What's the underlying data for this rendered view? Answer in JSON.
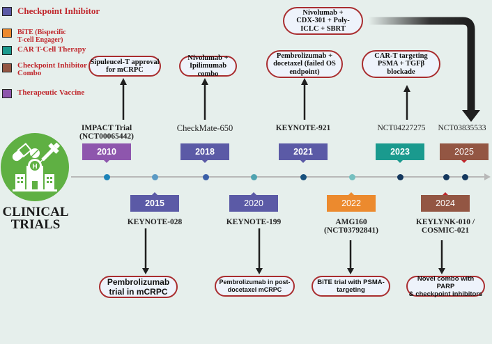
{
  "title": "CLINICAL\nTRIALS",
  "legend": [
    {
      "label": "Checkpoint Inhibitor",
      "color": "#5b5aa6"
    },
    {
      "label": "BiTE (Bispecific\n T-cell Engager)",
      "color": "#ec8a2e"
    },
    {
      "label": "CAR T-Cell Therapy",
      "color": "#1a9a8e"
    },
    {
      "label": "Checkpoint Inhibitor\nCombo",
      "color": "#935643"
    },
    {
      "label": "Therapeutic Vaccine",
      "color": "#8e56ad"
    }
  ],
  "events": [
    {
      "year": "2010",
      "trial": "IMPACT Trial\n(NCT00065442)",
      "description": "Sipuleucel-T approval\nfor mCRPC",
      "category": "Therapeutic Vaccine",
      "color": "#8e56ad",
      "dot_color": "#1c83b8",
      "position": "top"
    },
    {
      "year": "2015",
      "trial": "KEYNOTE-028",
      "description": "Pembrolizumab\ntrial in mCRPC",
      "category": "Checkpoint Inhibitor",
      "color": "#5b5aa6",
      "dot_color": "#5b9ac4",
      "position": "bottom"
    },
    {
      "year": "2018",
      "trial": "CheckMate-650",
      "description": "Nivolumab +\nIpilimumab combo",
      "category": "Checkpoint Inhibitor",
      "color": "#5b5aa6",
      "dot_color": "#3a5fa8",
      "position": "top"
    },
    {
      "year": "2020",
      "trial": "KEYNOTE-199",
      "description": "Pembrolizumab in post-\ndocetaxel mCRPC",
      "category": "Checkpoint Inhibitor",
      "color": "#5b5aa6",
      "dot_color": "#4fa3b0",
      "position": "bottom"
    },
    {
      "year": "2021",
      "trial": "KEYNOTE-921",
      "description": "Pembrolizumab +\ndocetaxel (failed OS\nendpoint)",
      "category": "Checkpoint Inhibitor",
      "color": "#5b5aa6",
      "dot_color": "#17517e",
      "position": "top"
    },
    {
      "year": "2022",
      "trial": "AMG160\n(NCT03792841)",
      "description": "BiTE trial with PSMA-\ntargeting",
      "category": "BiTE (Bispecific T-cell Engager)",
      "color": "#ec8a2e",
      "dot_color": "#75c0c0",
      "position": "bottom"
    },
    {
      "year": "2023",
      "trial": "NCT04227275",
      "description": "CAR-T targeting\nPSMA + TGFβ\nblockade",
      "category": "CAR T-Cell Therapy",
      "color": "#1a9a8e",
      "dot_color": "#14385e",
      "position": "top"
    },
    {
      "year": "2024",
      "trial": "KEYLYNK-010 /\nCOSMIC-021",
      "description": "Novel combo with PARP\n& checkpoint inhibitors",
      "category": "Checkpoint Inhibitor Combo",
      "color": "#935643",
      "dot_color": "#14385e",
      "position": "bottom"
    },
    {
      "year": "2025",
      "trial": "NCT03835533",
      "description": "Nivolumab   +\nCDX-301 + Poly-\nICLC + SBRT",
      "category": "Checkpoint Inhibitor Combo",
      "color": "#935643",
      "dot_color": "#14385e",
      "position": "top"
    }
  ],
  "icons": {
    "main": "hospital-pills-syringe-icon"
  }
}
